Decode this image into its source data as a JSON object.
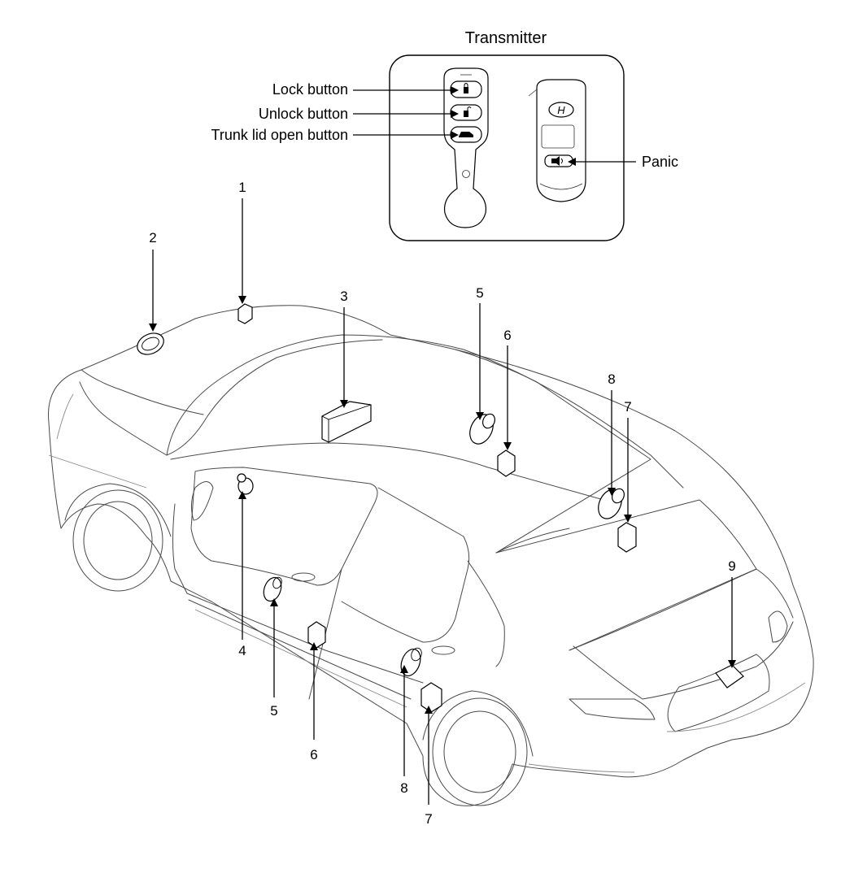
{
  "transmitter": {
    "title": "Transmitter",
    "lock_label": "Lock button",
    "unlock_label": "Unlock button",
    "trunk_label": "Trunk lid open button",
    "panic_label": "Panic"
  },
  "callouts": {
    "c1": "1",
    "c2": "2",
    "c3": "3",
    "c4": "4",
    "c5a": "5",
    "c5b": "5",
    "c6a": "6",
    "c6b": "6",
    "c7a": "7",
    "c7b": "7",
    "c8a": "8",
    "c8b": "8",
    "c9": "9"
  },
  "icons": {
    "lock": "lock-icon",
    "unlock": "unlock-icon",
    "trunk": "trunk-icon",
    "panic": "horn-icon",
    "logo": "brand-logo"
  }
}
